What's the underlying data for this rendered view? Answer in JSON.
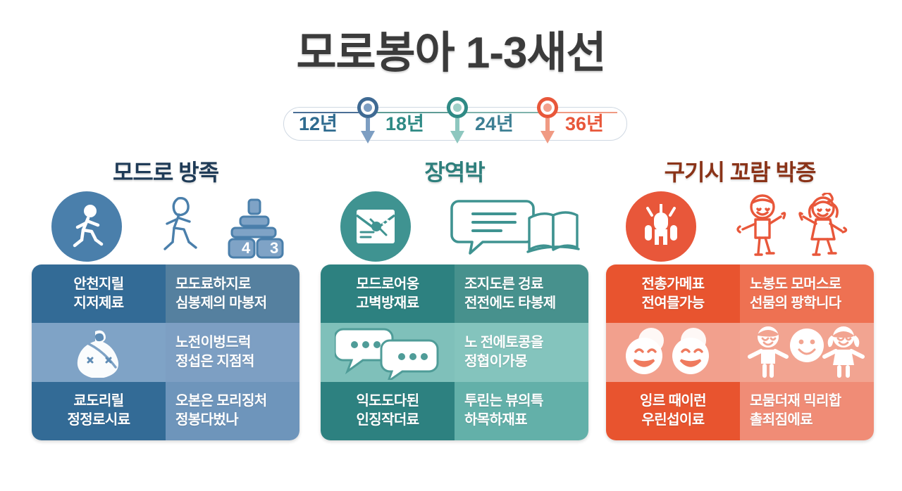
{
  "title": "모로봉아 1-3새선",
  "timeline": {
    "labels": [
      "12년",
      "18년",
      "24년",
      "36년"
    ],
    "markers": [
      {
        "name": "marker-18",
        "color": "#426a94"
      },
      {
        "name": "marker-24",
        "color": "#2f8a85"
      },
      {
        "name": "marker-36",
        "color": "#e8573a"
      }
    ],
    "label_colors": [
      "#2f6b8f",
      "#2f8a85",
      "#3d7f93",
      "#e8573a"
    ]
  },
  "columns": [
    {
      "id": "column-blue",
      "heading": "모드로 방족",
      "heading_color": "#1f3b57",
      "accent": "#4a7fab",
      "colors": {
        "dark": "#336b96",
        "mid": "#5f8cb5",
        "light_row": "#7fa3c6",
        "light_right": "#7d9fc3",
        "row1_right": "#55809f",
        "row3_right": "#6e95bb"
      },
      "circle_icon": "walking-person-icon",
      "side_icon": "child-walking-blocks-icon",
      "blocks": [
        "4",
        "3"
      ],
      "cells": [
        {
          "name": "cell-r1c1",
          "text": "안천지릴\n지저제료",
          "type": "text"
        },
        {
          "name": "cell-r1c2",
          "text": "모도료하지로\n심봉제의 마봉저",
          "type": "text"
        },
        {
          "name": "cell-r2c1",
          "text": "",
          "type": "icon",
          "icon": "bib-icon"
        },
        {
          "name": "cell-r2c2",
          "text": "노전이벙드럭\n정섭은 지점적",
          "type": "text"
        },
        {
          "name": "cell-r3c1",
          "text": "쿄도리릴\n정정로시료",
          "type": "text"
        },
        {
          "name": "cell-r3c2",
          "text": "오본은 모리징처\n정봉다벘나",
          "type": "text"
        }
      ]
    },
    {
      "id": "column-teal",
      "heading": "장역박",
      "heading_color": "#2e7f7c",
      "accent": "#3f9391",
      "colors": {
        "dark": "#2d8180",
        "mid": "#4f9c98",
        "light_row": "#7fc0ba",
        "light_right": "#84c4bd",
        "row1_right": "#47918d",
        "row3_right": "#63b0a9"
      },
      "circle_icon": "document-envelope-icon",
      "side_icon": "speech-bubble-book-icon",
      "cells": [
        {
          "name": "cell-r1c1",
          "text": "모드로어옹\n고벽방재료",
          "type": "text"
        },
        {
          "name": "cell-r1c2",
          "text": "조지도른 겅료\n전전에도 타봉제",
          "type": "text"
        },
        {
          "name": "cell-r2c1",
          "text": "",
          "type": "icon",
          "icon": "two-speech-bubbles-icon"
        },
        {
          "name": "cell-r2c2",
          "text": "노 전에토콩을\n정협이가몽",
          "type": "text"
        },
        {
          "name": "cell-r3c1",
          "text": "익도도다된\n인징작더료",
          "type": "text"
        },
        {
          "name": "cell-r3c2",
          "text": "투린는 뷰의특\n하목하재표",
          "type": "text"
        }
      ]
    },
    {
      "id": "column-orange",
      "heading": "구기시 꼬람 박증",
      "heading_color": "#8a3318",
      "accent": "#e8573a",
      "colors": {
        "dark": "#e8542f",
        "mid": "#ef7a5e",
        "light_row": "#f2a08d",
        "light_right": "#f2a491",
        "row1_right": "#ee7152",
        "row3_right": "#f08c76"
      },
      "circle_icon": "excited-person-icon",
      "side_icon": "boy-girl-waving-icon",
      "cells": [
        {
          "name": "cell-r1c1",
          "text": "전총가메표\n전여믈가능",
          "type": "text"
        },
        {
          "name": "cell-r1c2",
          "text": "노봉도 모머스로\n선뭄의 팡학니다",
          "type": "text"
        },
        {
          "name": "cell-r2c1",
          "text": "",
          "type": "icon",
          "icon": "two-smiling-faces-icon"
        },
        {
          "name": "cell-r2c2",
          "text": "",
          "type": "icon",
          "icon": "three-children-icon"
        },
        {
          "name": "cell-r3c1",
          "text": "잉르 때이런\n우린섭이료",
          "type": "text"
        },
        {
          "name": "cell-r3c2",
          "text": "모뭄더재 믹리합\n촐죄짐에료",
          "type": "text"
        }
      ]
    }
  ]
}
